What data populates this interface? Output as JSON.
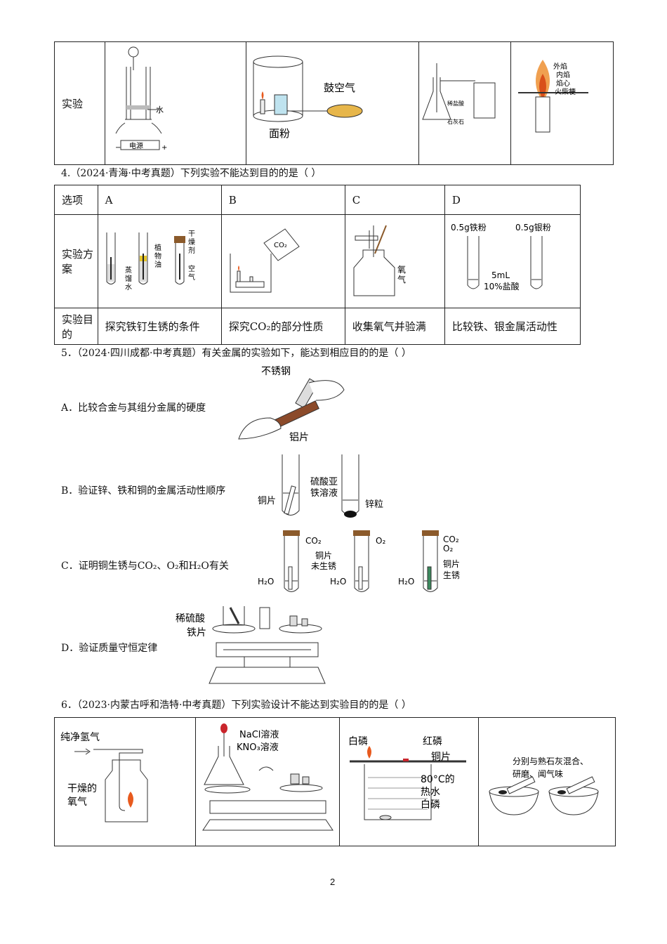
{
  "q3": {
    "row_label": "实验",
    "labels": {
      "water": "水",
      "power": "电源",
      "minus": "−",
      "plus": "+",
      "blow_air": "鼓空气",
      "flour": "面粉",
      "dilute_hcl": "稀盐酸",
      "limestone": "石灰石",
      "outer_flame": "外焰",
      "inner_flame": "内焰",
      "flame_core": "焰心",
      "match_stick": "火柴梗"
    }
  },
  "q4": {
    "stem": "4.（2024·青海·中考真题）下列实验不能达到目的的是（          ）",
    "headers": [
      "选项",
      "A",
      "B",
      "C",
      "D"
    ],
    "row2_label": "实验方案",
    "row3_label": "实验目的",
    "purposes": [
      "探究铁钉生锈的条件",
      "探究CO₂的部分性质",
      "收集氧气并验满",
      "比较铁、银金属活动性"
    ],
    "labels": {
      "dist_water": [
        "蒸",
        "馏",
        "水"
      ],
      "veg_oil": [
        "植",
        "物",
        "油"
      ],
      "desiccant": [
        "干",
        "燥",
        "剂"
      ],
      "air": [
        "空",
        "气"
      ],
      "co2": "CO₂",
      "oxygen": [
        "氧",
        "气"
      ],
      "iron_powder": "0.5g铁粉",
      "silver_powder": "0.5g银粉",
      "ml": "5mL",
      "hcl": "10%盐酸"
    }
  },
  "q5": {
    "stem": "5．（2024·四川成都·中考真题）有关金属的实验如下，能达到相应目的的是（          ）",
    "options": {
      "A": "A．比较合金与其组分金属的硬度",
      "B": "B．验证锌、铁和铜的金属活动性顺序",
      "C": "C．证明铜生锈与CO₂、O₂和H₂O有关",
      "D": "D．验证质量守恒定律"
    },
    "labels": {
      "stainless": "不锈钢",
      "aluminum": "铝片",
      "copper_sheet": "铜片",
      "feso4_1": "硫酸亚",
      "feso4_2": "铁溶液",
      "zinc": "锌粒",
      "co2": "CO₂",
      "o2": "O₂",
      "h2o": "H₂O",
      "cu1": "铜片",
      "not_rust": "未生锈",
      "cu2": "铜片",
      "rust": "生锈",
      "dil_h2so4": "稀硫酸",
      "iron_sheet": "铁片"
    }
  },
  "q6": {
    "stem": "6．（2023·内蒙古呼和浩特·中考真题）下列实验设计不能达到实验目的的是（          ）",
    "labels": {
      "pure_h2": "纯净氢气",
      "dry_o2_1": "干燥的",
      "dry_o2_2": "氧气",
      "nacl": "NaCl溶液",
      "kno3": "KNO₃溶液",
      "white_p": "白磷",
      "red_p": "红磷",
      "cu_sheet": "铜片",
      "hot_water_1": "80°C的",
      "hot_water_2": "热水",
      "white_p2": "白磷",
      "mix_1": "分别与熟石灰混合、",
      "mix_2": "研磨、闻气味"
    }
  },
  "page_number": "2"
}
